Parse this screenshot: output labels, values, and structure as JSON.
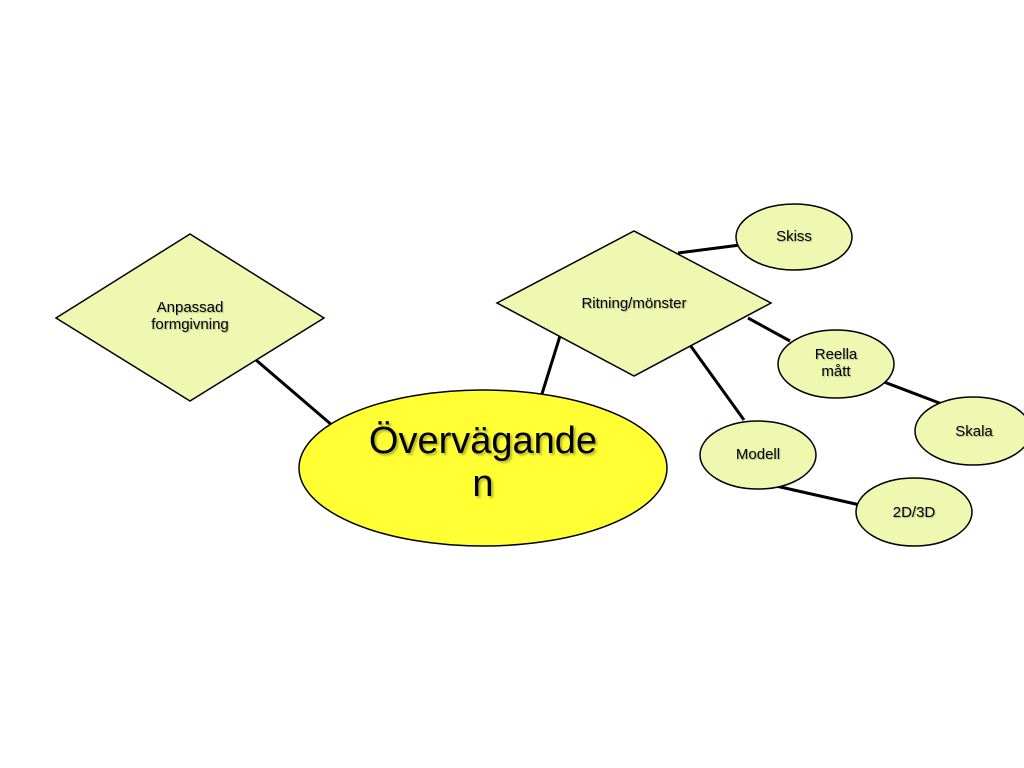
{
  "colors": {
    "central_fill": "#ffff33",
    "node_fill": "#eef8b0",
    "stroke": "#000000",
    "background": "#ffffff"
  },
  "nodes": {
    "central": {
      "line1": "Överväganden",
      "line2": ""
    },
    "anpassad": {
      "line1": "Anpassad",
      "line2": "formgivning"
    },
    "ritning": {
      "label": "Ritning/mönster"
    },
    "skiss": {
      "label": "Skiss"
    },
    "reella": {
      "line1": "Reella",
      "line2": "mått"
    },
    "skala": {
      "label": "Skala"
    },
    "modell": {
      "label": "Modell"
    },
    "dimension": {
      "label": "2D/3D"
    }
  }
}
